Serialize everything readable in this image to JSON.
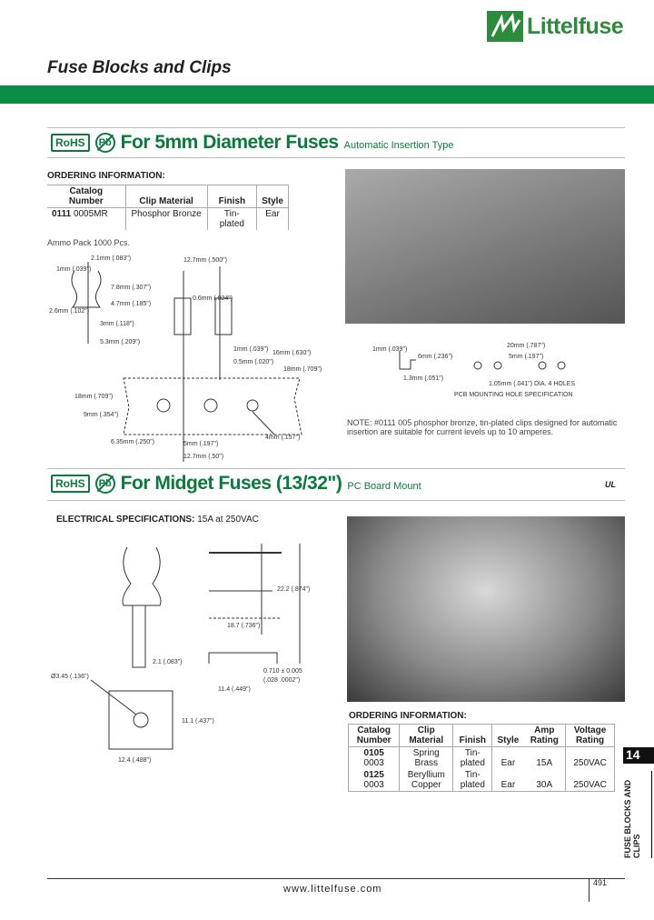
{
  "brand": {
    "name": "Littelfuse",
    "color": "#0a8d45"
  },
  "page_title": "Fuse Blocks and Clips",
  "section1": {
    "rohs": "RoHS",
    "pb": "Pb",
    "title": "For 5mm Diameter Fuses",
    "subtitle": "Automatic Insertion Type",
    "ordering_label": "ORDERING INFORMATION:",
    "columns": [
      "Catalog Number",
      "Clip Material",
      "Finish",
      "Style"
    ],
    "rows": [
      {
        "catalog_bold": "0111",
        "catalog": "0005MR",
        "material": "Phosphor Bronze",
        "finish": "Tin-plated",
        "style": "Ear"
      }
    ],
    "ammo": "Ammo Pack 1000 Pcs.",
    "dims": [
      "1mm (.039\")",
      "2.1mm (.083\")",
      "7.8mm (.307\")",
      "4.7mm (.185\")",
      "2.6mm (.102\")",
      "3mm (.118\")",
      "5.3mm (.209\")",
      "12.7mm (.500\")",
      "0.6mm (.024\")",
      "1mm (.039\")",
      "0.5mm (.020\")",
      "16mm (.630\")",
      "18mm (.709\")",
      "18mm (.709\")",
      "9mm (.354\")",
      "6.35mm (.250\")",
      "5mm (.197\")",
      "12.7mm (.50\")",
      "4mm (.157\")"
    ],
    "pcb_dims": [
      "1mm (.039\")",
      "6mm (.236\")",
      "1.3mm (.051\")",
      "20mm (.787\")",
      "5mm (.197\")"
    ],
    "pcb_holes": "1.05mm (.041\") DIA. 4 HOLES",
    "pcb_caption": "PCB MOUNTING HOLE SPECIFICATION",
    "note": "NOTE: #0111 005 phosphor bronze, tin-plated clips designed for automatic insertion are suitable for current levels up to 10 amperes."
  },
  "section2": {
    "rohs": "RoHS",
    "pb": "Pb",
    "title": "For Midget Fuses (13/32\")",
    "subtitle": "PC Board Mount",
    "ul_mark": "UL",
    "elec_label": "ELECTRICAL SPECIFICATIONS:",
    "elec_value": "15A at 250VAC",
    "dims": [
      "2.1 (.083\")",
      "22.2 (.874\")",
      "18.7 (.736\")",
      "0.710 ± 0.005",
      "(.028 .0002\")",
      "11.4 (.449\")",
      "Ø3.45 (.136\")",
      "11.1 (.437\")",
      "12.4 (.488\")"
    ],
    "ordering_label": "ORDERING INFORMATION:",
    "columns": [
      "Catalog Number",
      "Clip Material",
      "Finish",
      "Style",
      "Amp Rating",
      "Voltage Rating"
    ],
    "rows": [
      {
        "catalog_bold": "0105",
        "catalog": "0003",
        "material": "Spring Brass",
        "finish": "Tin-plated",
        "style": "Ear",
        "amp": "15A",
        "voltage": "250VAC"
      },
      {
        "catalog_bold": "0125",
        "catalog": "0003",
        "material": "Beryllium Copper",
        "finish": "Tin-plated",
        "style": "Ear",
        "amp": "30A",
        "voltage": "250VAC"
      }
    ]
  },
  "side_tab": {
    "number": "14",
    "label": "FUSE BLOCKS AND CLIPS"
  },
  "footer": {
    "url": "www.littelfuse.com",
    "page": "491"
  }
}
